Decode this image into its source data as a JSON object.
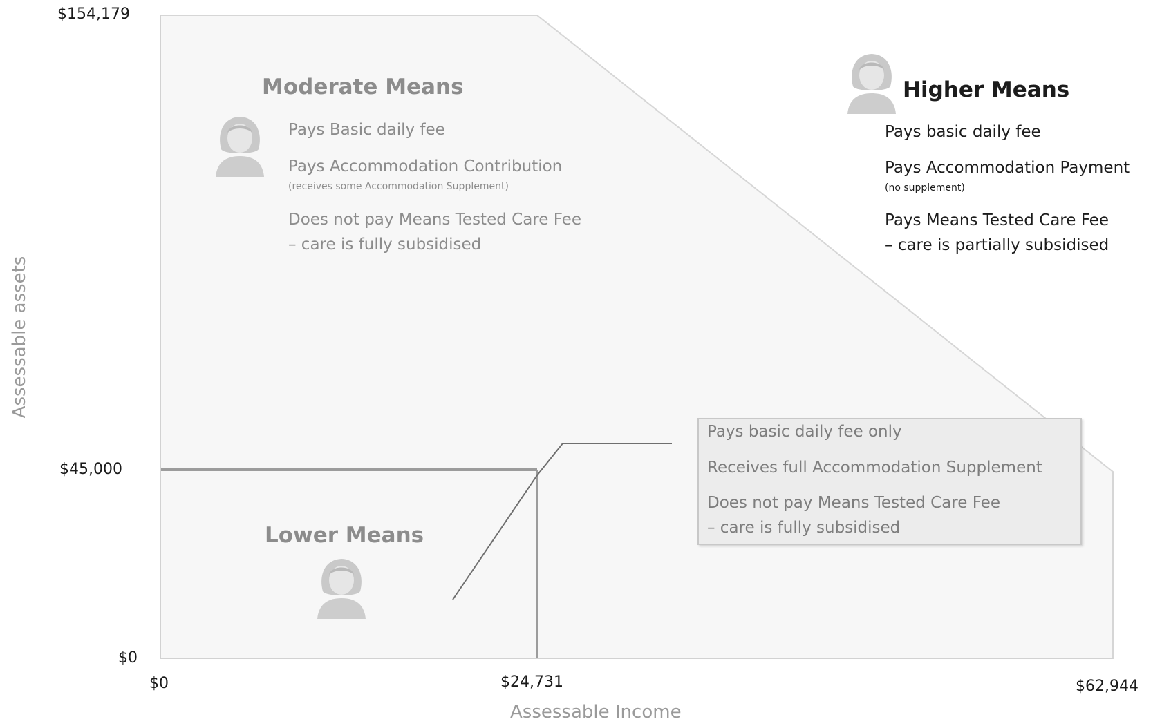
{
  "axes": {
    "y_title": "Assessable assets",
    "x_title": "Assessable Income",
    "y_ticks": [
      "$154,179",
      "$45,000",
      "$0"
    ],
    "x_ticks": [
      "$0",
      "$24,731",
      "$62,944"
    ]
  },
  "moderate": {
    "title": "Moderate Means",
    "item1": "Pays Basic daily fee",
    "item2": "Pays Accommodation Contribution",
    "item2_note": "(receives some Accommodation Supplement)",
    "item3_line1": "Does not pay  Means Tested Care Fee",
    "item3_line2": "– care is fully subsidised"
  },
  "higher": {
    "title": "Higher Means",
    "item1": "Pays basic daily fee",
    "item2": "Pays Accommodation Payment",
    "item2_note": "(no supplement)",
    "item3_line1": "Pays Means Tested Care Fee",
    "item3_line2": "– care is partially subsidised"
  },
  "lower": {
    "title": "Lower Means",
    "item1": "Pays basic daily fee only",
    "item2": "Receives full Accommodation Supplement",
    "item3_line1": "Does not pay Means Tested Care Fee",
    "item3_line2": "– care is fully subsidised"
  },
  "colors": {
    "region_fill": "#f7f7f7",
    "boundary": "#9c9c9c",
    "box_fill": "#ececec",
    "muted_text": "#8c8c8c",
    "dark_text": "#1c1c1c"
  },
  "icons": [
    "person-icon"
  ]
}
